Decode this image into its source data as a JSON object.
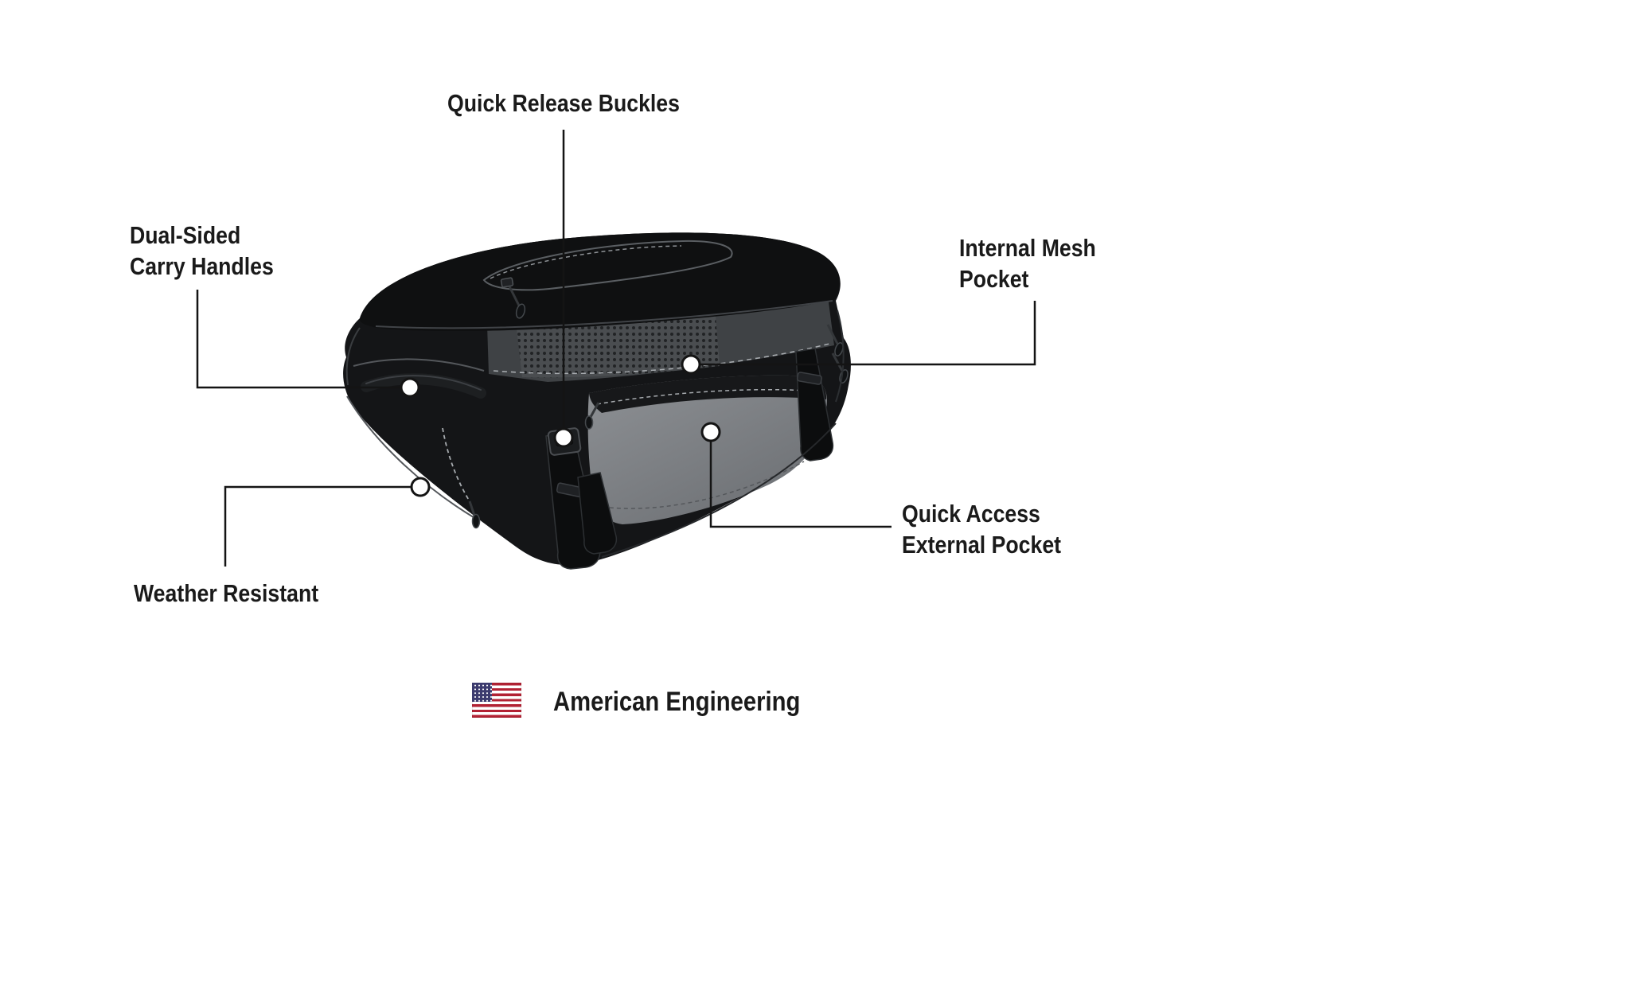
{
  "callouts": [
    {
      "id": "quick-release-buckles",
      "lines": [
        "Quick Release Buckles"
      ]
    },
    {
      "id": "dual-sided-carry-handles",
      "lines": [
        "Dual-Sided",
        "Carry Handles"
      ]
    },
    {
      "id": "internal-mesh-pocket",
      "lines": [
        "Internal Mesh",
        "Pocket"
      ]
    },
    {
      "id": "weather-resistant",
      "lines": [
        "Weather Resistant"
      ]
    },
    {
      "id": "quick-access-external-pocket",
      "lines": [
        "Quick Access",
        "External Pocket"
      ]
    }
  ],
  "footer": {
    "label": "American Engineering",
    "flag_icon": "us-flag-icon"
  },
  "illustration_alt": "Motorcycle tail bag line illustration",
  "colors": {
    "text": "#1a1a1a",
    "callout_line": "#141414",
    "bag_body": "#141517",
    "bag_panel": "#84878b",
    "mesh_band": "#3f4245",
    "stitch": "#a7abaf",
    "flag_red": "#b22234",
    "flag_blue": "#3c3b6e"
  }
}
